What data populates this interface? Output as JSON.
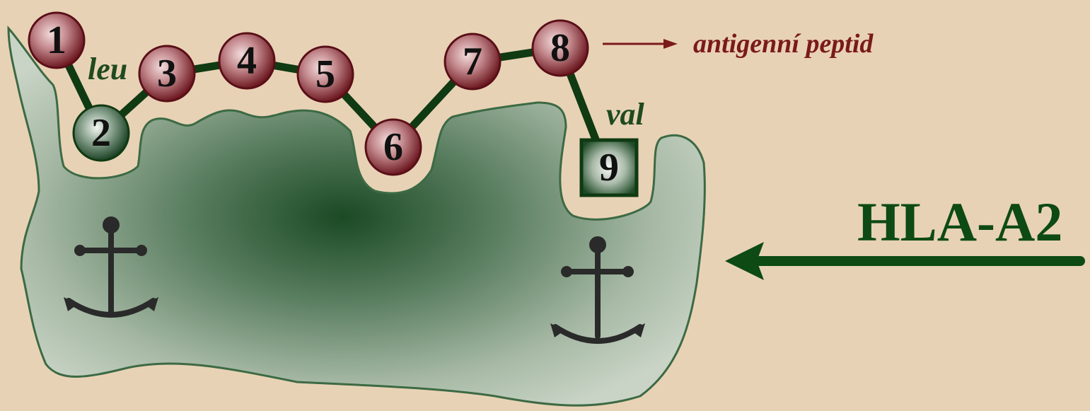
{
  "colors": {
    "background": "#e8d2b5",
    "groove_fill": "#c9d4c6",
    "groove_dark": "#1b4a24",
    "chain": "#0f3a12",
    "residue_red": "#7b2028",
    "residue_green": "#1d4a27",
    "arrow_red": "#7a1a1a",
    "label_green": "#0d4a14"
  },
  "residues": [
    {
      "number": "1",
      "shape": "circle",
      "color": "red"
    },
    {
      "number": "2",
      "shape": "circle",
      "color": "green"
    },
    {
      "number": "3",
      "shape": "circle",
      "color": "red"
    },
    {
      "number": "4",
      "shape": "circle",
      "color": "red"
    },
    {
      "number": "5",
      "shape": "circle",
      "color": "red"
    },
    {
      "number": "6",
      "shape": "circle",
      "color": "red"
    },
    {
      "number": "7",
      "shape": "circle",
      "color": "red"
    },
    {
      "number": "8",
      "shape": "circle",
      "color": "red"
    },
    {
      "number": "9",
      "shape": "square",
      "color": "green"
    }
  ],
  "labels": {
    "leu": "leu",
    "val": "val",
    "peptide": "antigenní peptid",
    "molecule": "HLA-A2"
  },
  "icons": [
    "anchor-icon",
    "anchor-icon"
  ]
}
